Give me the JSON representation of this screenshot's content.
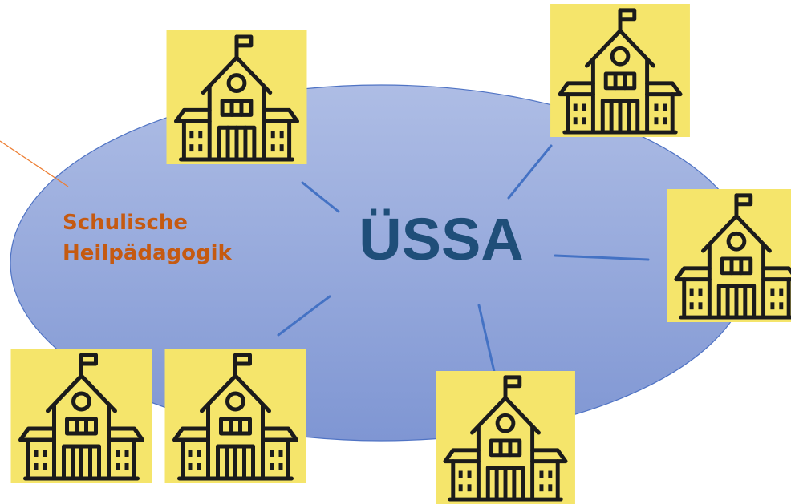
{
  "diagram": {
    "center_label": "ÜSSA",
    "side_label_line1": "Schulische",
    "side_label_line2": "Heilpädagogik"
  },
  "colors": {
    "ellipse_fill": "#8fa3d9",
    "ellipse_stroke": "#4f73c4",
    "connector": "#4472c4",
    "center_text": "#1f4e79",
    "side_text": "#c55a11",
    "pointer_line": "#ed7d31",
    "school_bg": "#f5e56b",
    "school_icon": "#1b1b1b"
  },
  "icons": [
    "school-building-icon"
  ]
}
